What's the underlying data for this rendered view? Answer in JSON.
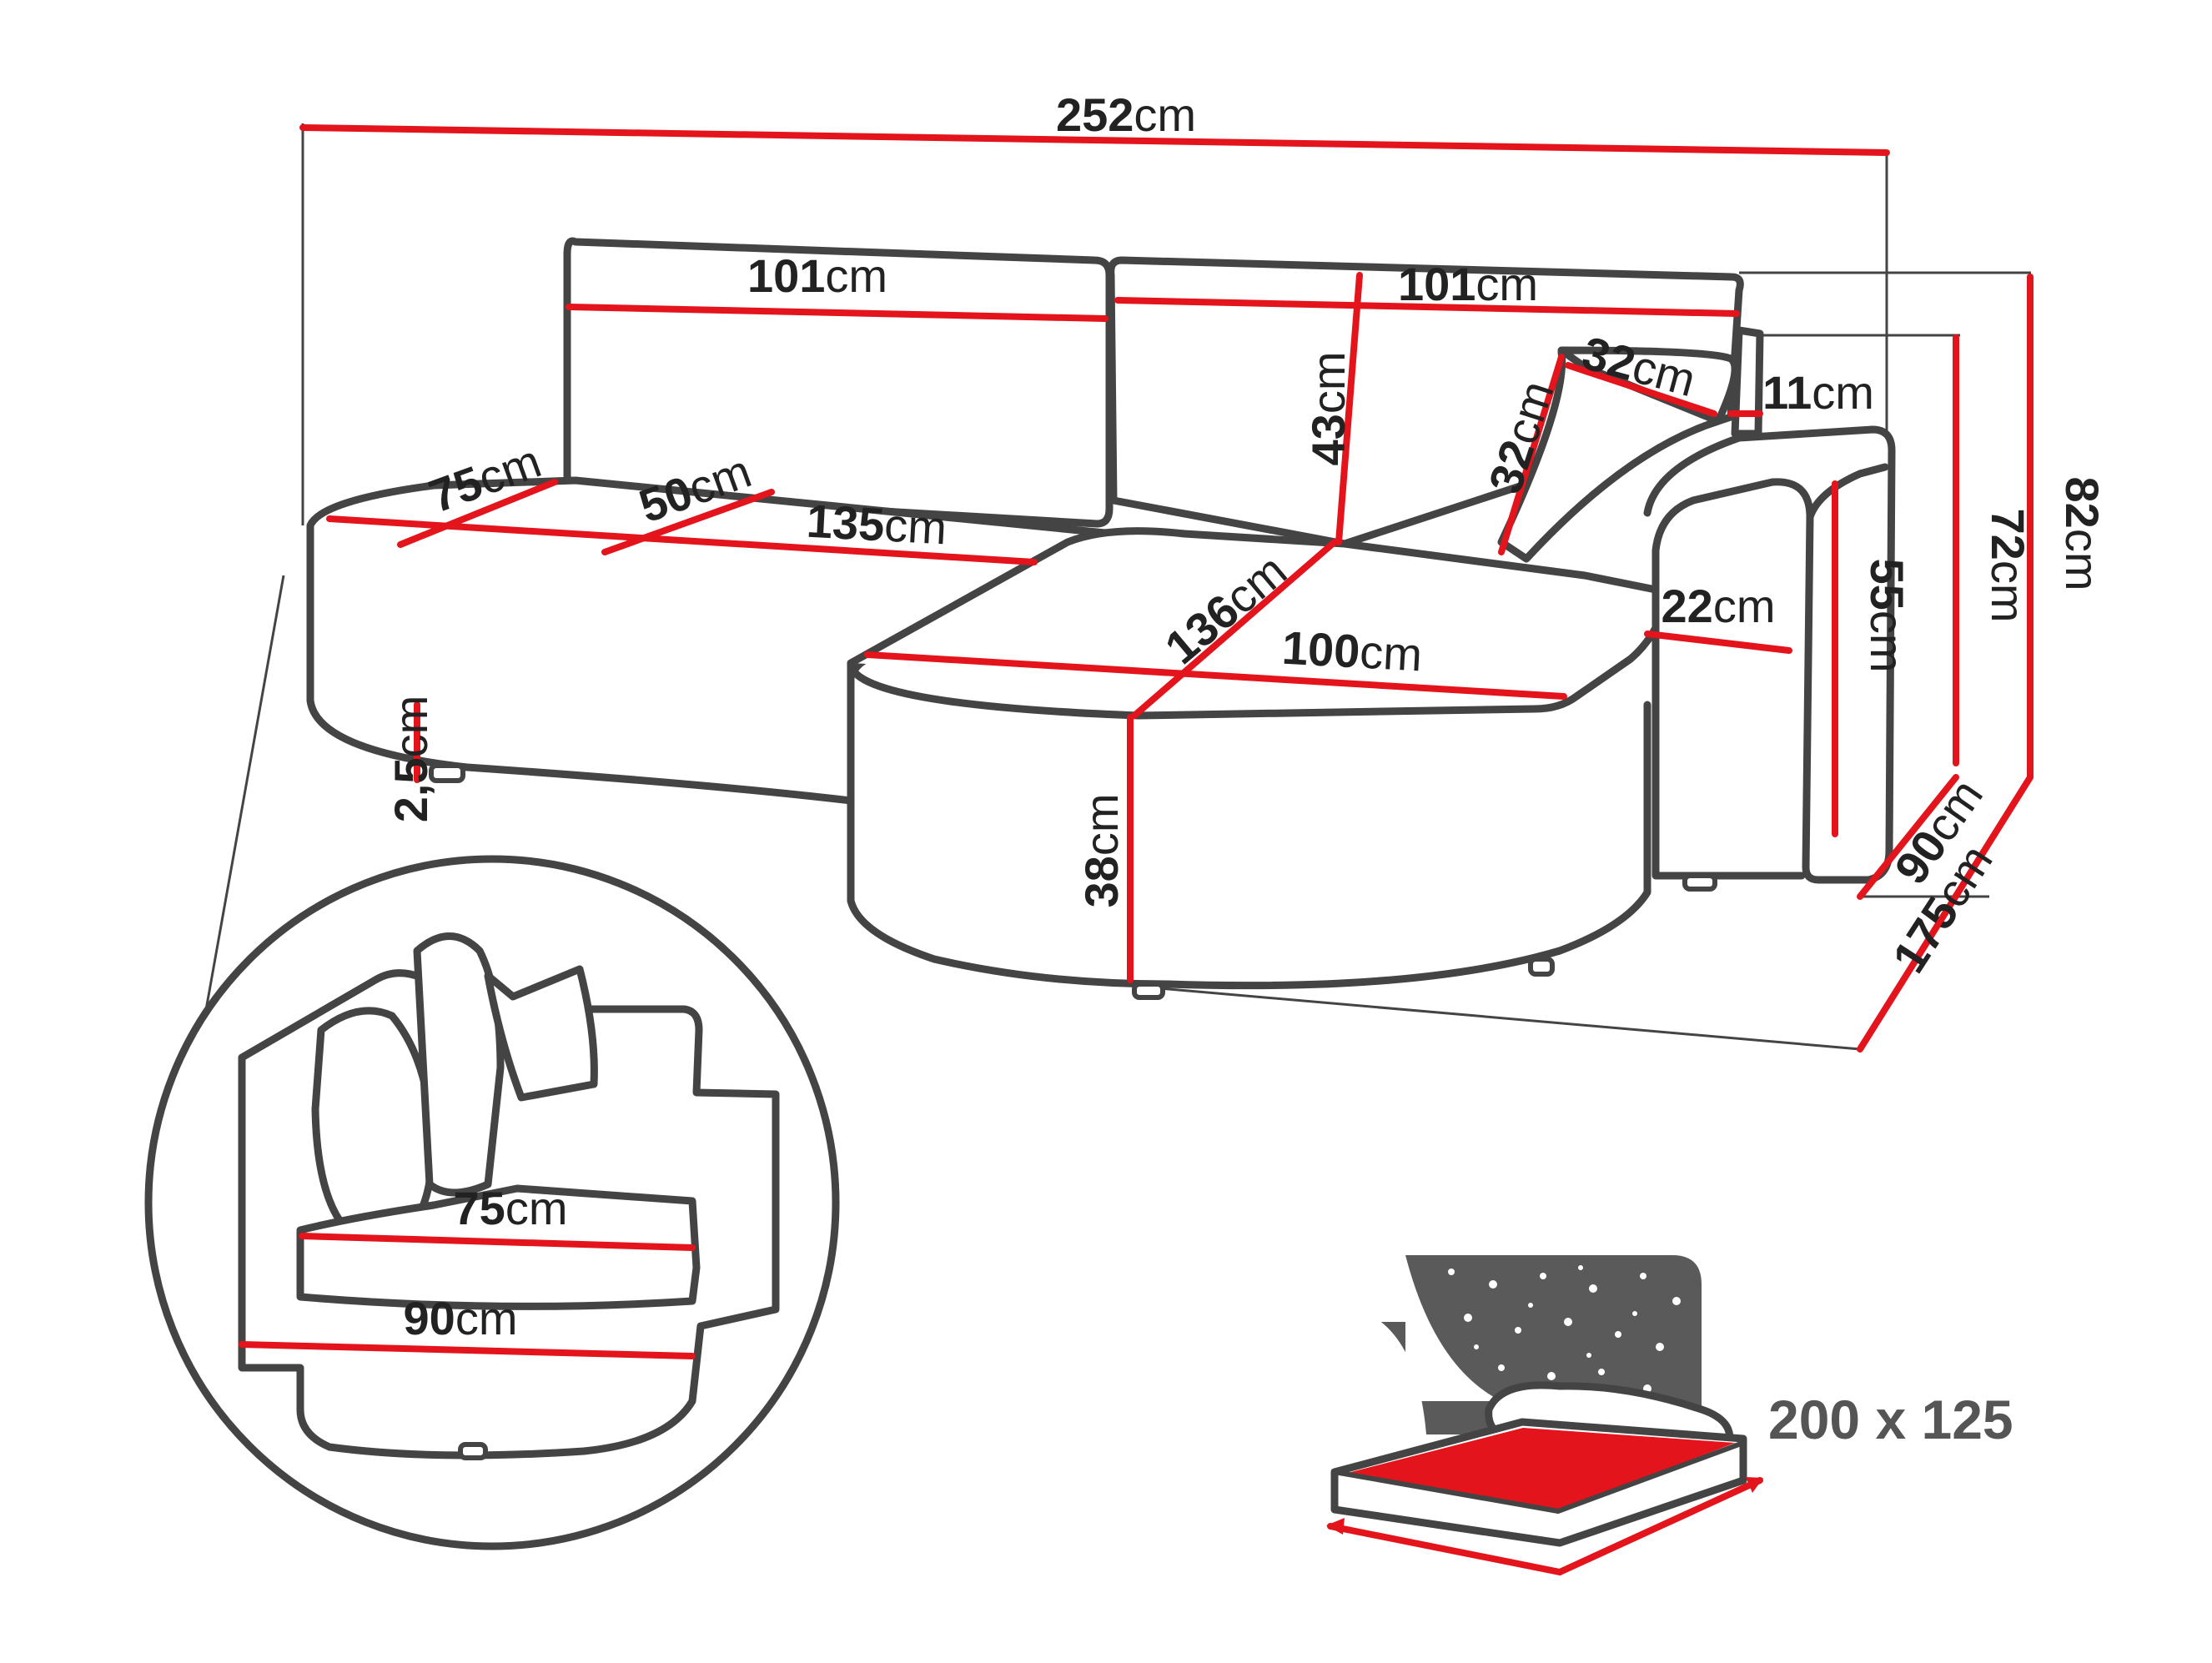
{
  "colors": {
    "measure_line": "#e3141b",
    "outline": "#444444",
    "text": "#222222",
    "night_panel": "#5a5a5a",
    "mattress": "#e3141b"
  },
  "unit": "cm",
  "dimensions": {
    "total_width": "252",
    "backrest_left_width": "101",
    "backrest_right_width": "101",
    "backrest_height": "43",
    "cushion_width": "32",
    "cushion_height": "32",
    "armrest_top_width": "11",
    "total_height_high": "82",
    "total_height_low": "72",
    "armrest_height": "55",
    "armrest_width": "22",
    "seat_depth_left": "75",
    "seat_depth_mid": "50",
    "seat_width_left": "135",
    "chaise_length": "136",
    "chaise_width": "100",
    "leg_height": "2,5",
    "seat_height": "38",
    "depth_short": "90",
    "depth_long": "175",
    "detail_seat_depth": "75",
    "detail_total_depth": "90"
  },
  "bed": {
    "size_label": "200 x 125",
    "icon": "bed-with-night-sky-icon"
  }
}
